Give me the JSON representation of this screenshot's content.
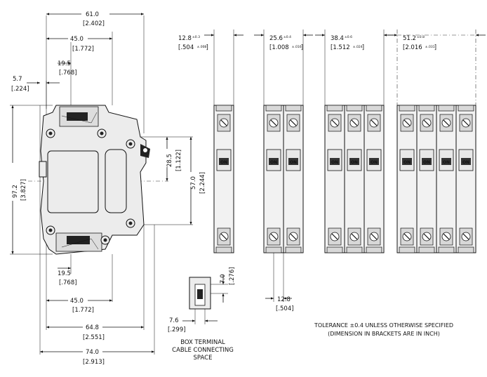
{
  "side_view": {
    "width_overall": {
      "mm": "61.0",
      "inch": "[2.402]"
    },
    "width_mid": {
      "mm": "45.0",
      "inch": "[1.772]"
    },
    "terminal_offset_top": {
      "mm": "19.5",
      "inch": "[.768]"
    },
    "edge_offset": {
      "mm": "5.7",
      "inch": "[.224]"
    },
    "height_overall": {
      "mm": "97.2",
      "inch": "[3.827]"
    },
    "height_inner": {
      "mm": "57.0",
      "inch": "[2.244]"
    },
    "height_half": {
      "mm": "28.5",
      "inch": "[1.122]"
    },
    "terminal_offset_bottom": {
      "mm": "19.5",
      "inch": "[.768]"
    },
    "width_bottom": {
      "mm": "45.0",
      "inch": "[1.772]"
    },
    "width_mount": {
      "mm": "64.8",
      "inch": "[2.551]"
    },
    "width_total": {
      "mm": "74.0",
      "inch": "[2.913]"
    }
  },
  "box_terminal": {
    "height": {
      "mm": "7.0",
      "inch": "[.276]"
    },
    "width": {
      "mm": "7.6",
      "inch": "[.299]"
    },
    "caption_lines": [
      "BOX TERMINAL",
      "CABLE CONNECTING",
      "SPACE"
    ]
  },
  "front_views": [
    {
      "poles": 1,
      "mm": "12.8",
      "tol": "±0.3",
      "inch": "[.504",
      "inch_tol": "±.008",
      "close": "]"
    },
    {
      "poles": 2,
      "mm": "25.6",
      "tol": "±0.4",
      "inch": "[1.008",
      "inch_tol": "±.016",
      "close": "]"
    },
    {
      "poles": 3,
      "mm": "38.4",
      "tol": "±0.6",
      "inch": "[1.512",
      "inch_tol": "±.024",
      "close": "]"
    },
    {
      "poles": 4,
      "mm": "51.2",
      "tol": "±0.8",
      "inch": "[2.016",
      "inch_tol": "±.031",
      "close": "]"
    }
  ],
  "on_label": "ON",
  "pole_pitch": {
    "mm": "12.8",
    "inch": "[.504]"
  },
  "tolerance_note": [
    "TOLERANCE ±0.4 UNLESS OTHERWISE SPECIFIED",
    "(DIMENSION IN BRACKETS ARE IN INCH)"
  ]
}
